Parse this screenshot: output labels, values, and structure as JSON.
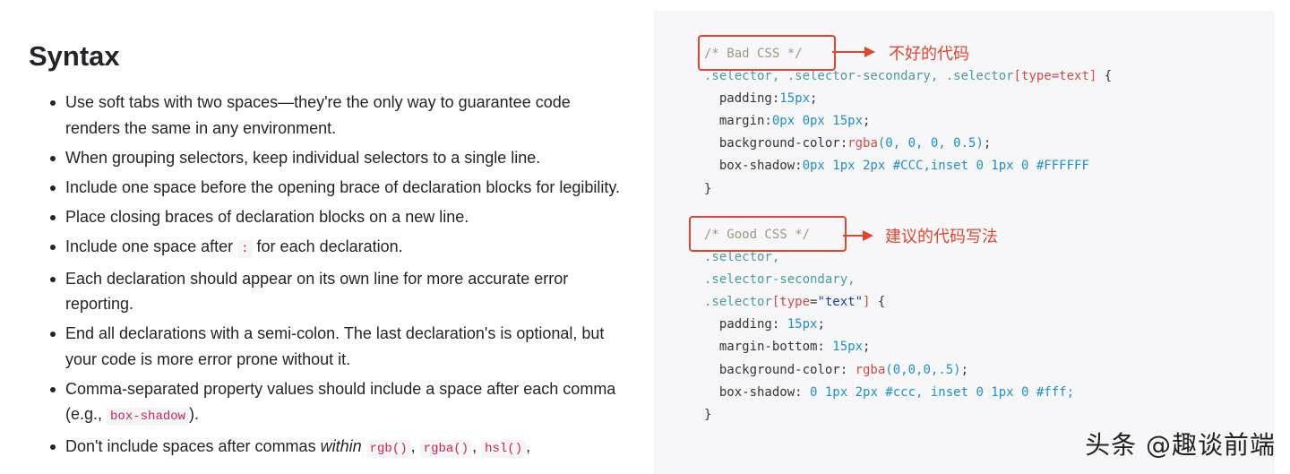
{
  "left": {
    "title": "Syntax",
    "bullets": [
      {
        "text": "Use soft tabs with two spaces—they're the only way to guarantee code renders the same in any environment."
      },
      {
        "text": "When grouping selectors, keep individual selectors to a single line."
      },
      {
        "text": "Include one space before the opening brace of declaration blocks for legibility."
      },
      {
        "text": "Place closing braces of declaration blocks on a new line."
      },
      {
        "pre": "Include one space after ",
        "code": ":",
        "post": " for each declaration."
      },
      {
        "text": "Each declaration should appear on its own line for more accurate error reporting."
      },
      {
        "text": "End all declarations with a semi-colon. The last declaration's is optional, but your code is more error prone without it."
      },
      {
        "pre": "Comma-separated property values should include a space after each comma (e.g., ",
        "code": "box-shadow",
        "post": ")."
      },
      {
        "pre": "Don't include spaces after commas ",
        "em": "within",
        "code1": "rgb()",
        "sep1": ",",
        "code2": "rgba()",
        "sep2": ",",
        "code3": "hsl()",
        "post": ","
      }
    ]
  },
  "right": {
    "bad_code": {
      "comment": "/* Bad CSS */",
      "selector_line": ".selector, .selector-secondary, .selector",
      "attr_open": "[",
      "attr_name": "type",
      "attr_eq": "=",
      "attr_val": "text",
      "attr_close": "]",
      "brace_open": " {",
      "lines": [
        {
          "prop": "  padding:",
          "val": "15px",
          "end": ";"
        },
        {
          "prop": "  margin:",
          "val": "0px 0px 15px",
          "end": ";"
        },
        {
          "prop": "  background-color:",
          "fn": "rgba",
          "val": "(0, 0, 0, 0.5)",
          "end": ";"
        },
        {
          "prop": "  box-shadow:",
          "val": "0px 1px 2px",
          "end": " #CCC,inset 0 1px 0 #FFFFFF"
        }
      ],
      "brace_close": "}"
    },
    "good_code": {
      "comment": "/* Good CSS */",
      "selectors": [
        ".selector,",
        ".selector-secondary,"
      ],
      "last_selector": ".selector",
      "attr_open": "[",
      "attr_name": "type",
      "attr_eq": "=",
      "attr_val": "\"text\"",
      "attr_close": "]",
      "brace_open": " {",
      "lines": [
        {
          "prop": "  padding: ",
          "val": "15px",
          "end": ";"
        },
        {
          "prop": "  margin-bottom: ",
          "val": "15px",
          "end": ";"
        },
        {
          "prop": "  background-color: ",
          "fn": "rgba",
          "val": "(0,0,0,.5)",
          "end": ";"
        },
        {
          "prop": "  box-shadow: ",
          "val": "0 1px 2px",
          "end": " #ccc, inset 0 1px 0 #fff;"
        }
      ],
      "brace_close": "}"
    },
    "annotations": {
      "bad": "不好的代码",
      "good": "建议的代码写法"
    },
    "accent_color": "#e0452e"
  },
  "watermark": "头条 @趣谈前端"
}
